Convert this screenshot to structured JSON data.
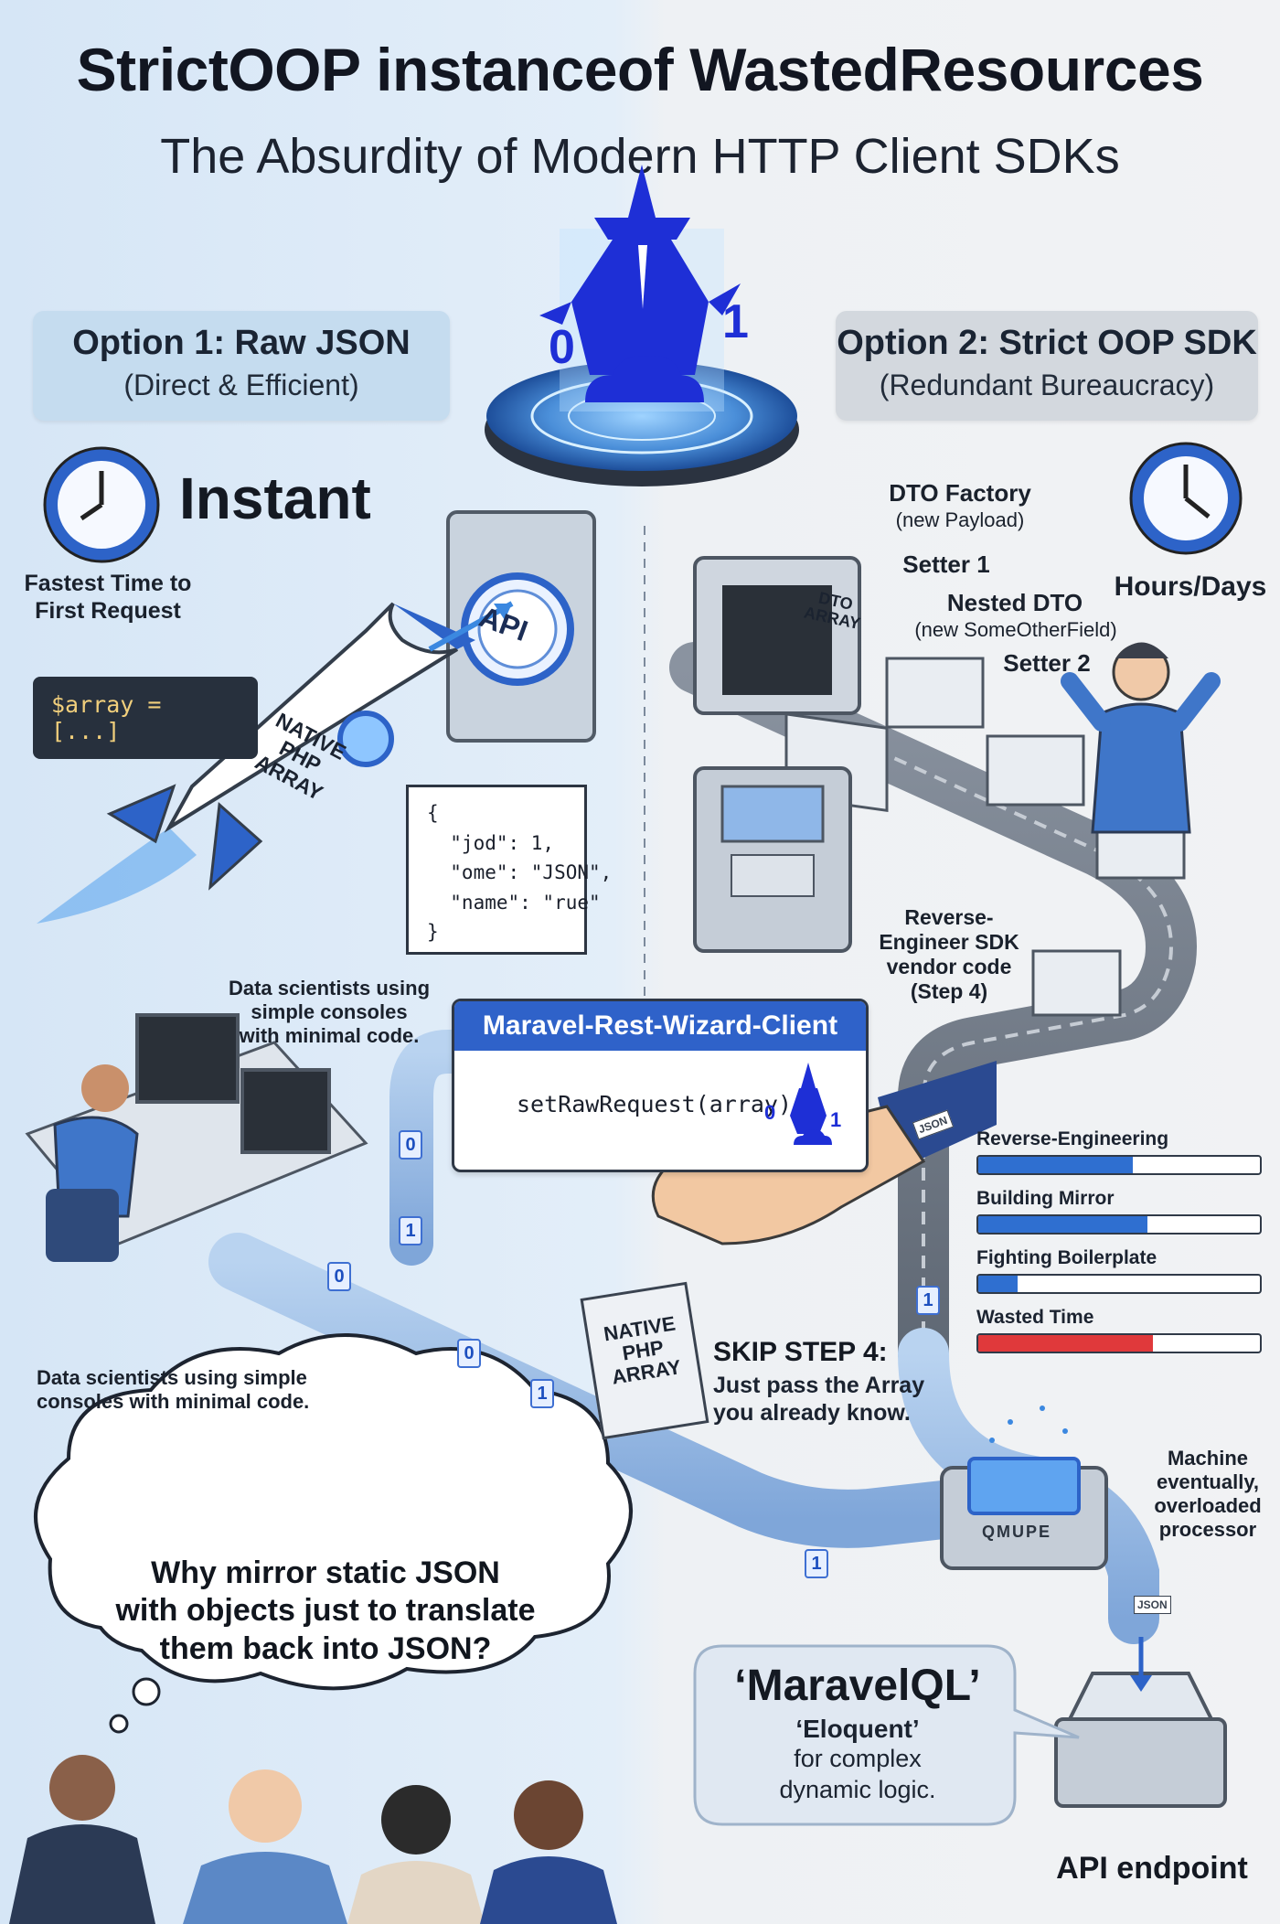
{
  "header": {
    "title": "StrictOOP instanceof WastedResources",
    "subtitle": "The Absurdity of Modern HTTP Client SDKs"
  },
  "option1": {
    "title": "Option 1: Raw JSON",
    "subtitle": "(Direct & Efficient)",
    "speed_label": "Instant",
    "speed_caption": "Fastest Time to\nFirst Request",
    "code_snippet": "$array = [...]",
    "rocket_label": "NATIVE\nPHP\nARRAY",
    "api_badge": "API",
    "json_note": "{\n  \"jod\": 1,\n  \"ome\": \"JSON\",\n  \"name\": \"rue\"\n}",
    "data_sci_caption_top": "Data scientists using\nsimple consoles\nwith minimal code.",
    "data_sci_caption_bottom": "Data scientists using simple\nconsoles with minimal code."
  },
  "option2": {
    "title": "Option 2: Strict OOP SDK",
    "subtitle": "(Redundant Bureaucracy)",
    "time_label": "Hours/Days",
    "dto_factory": "DTO Factory",
    "dto_factory_sub": "(new Payload)",
    "setter1": "Setter 1",
    "nested_dto": "Nested DTO",
    "nested_dto_sub": "(new SomeOtherField)",
    "setter2": "Setter 2",
    "reverse_engineer": "Reverse-\nEngineer SDK\nvendor code\n(Step 4)",
    "box_label": "DTO\nARRAY",
    "progress": [
      {
        "label": "Reverse-Engineering",
        "fill": 0.55,
        "color": "#2f6fd0"
      },
      {
        "label": "Building Mirror",
        "fill": 0.6,
        "color": "#2f6fd0"
      },
      {
        "label": "Fighting Boilerplate",
        "fill": 0.14,
        "color": "#2f6fd0"
      },
      {
        "label": "Wasted Time",
        "fill": 0.62,
        "color": "#e0393b"
      }
    ],
    "machine_caption": "Machine\neventually,\noverloaded\nprocessor",
    "processor_label": "QMUPE",
    "api_endpoint": "API endpoint"
  },
  "wizard": {
    "title": "Maravel-Rest-Wizard-Client",
    "method": "setRawRequest(array)"
  },
  "skip": {
    "card_label": "NATIVE\nPHP\nARRAY",
    "title": "SKIP STEP 4:",
    "body": "Just pass the Array\nyou already know."
  },
  "thought": {
    "question": "Why mirror static JSON\nwith objects just to translate\nthem back into JSON?"
  },
  "maravelql": {
    "title": "‘MaravelQL’",
    "subtitle": "‘Eloquent’",
    "body": "for complex\ndynamic logic."
  },
  "bits": {
    "zero": "0",
    "one": "1",
    "json_tag": "JSON"
  },
  "colors": {
    "accent": "#2f62c9",
    "wizard_blue": "#1e2fd6",
    "danger": "#e0393b",
    "panel_blue": "#c5dcef",
    "panel_gray": "#d3d8de"
  }
}
